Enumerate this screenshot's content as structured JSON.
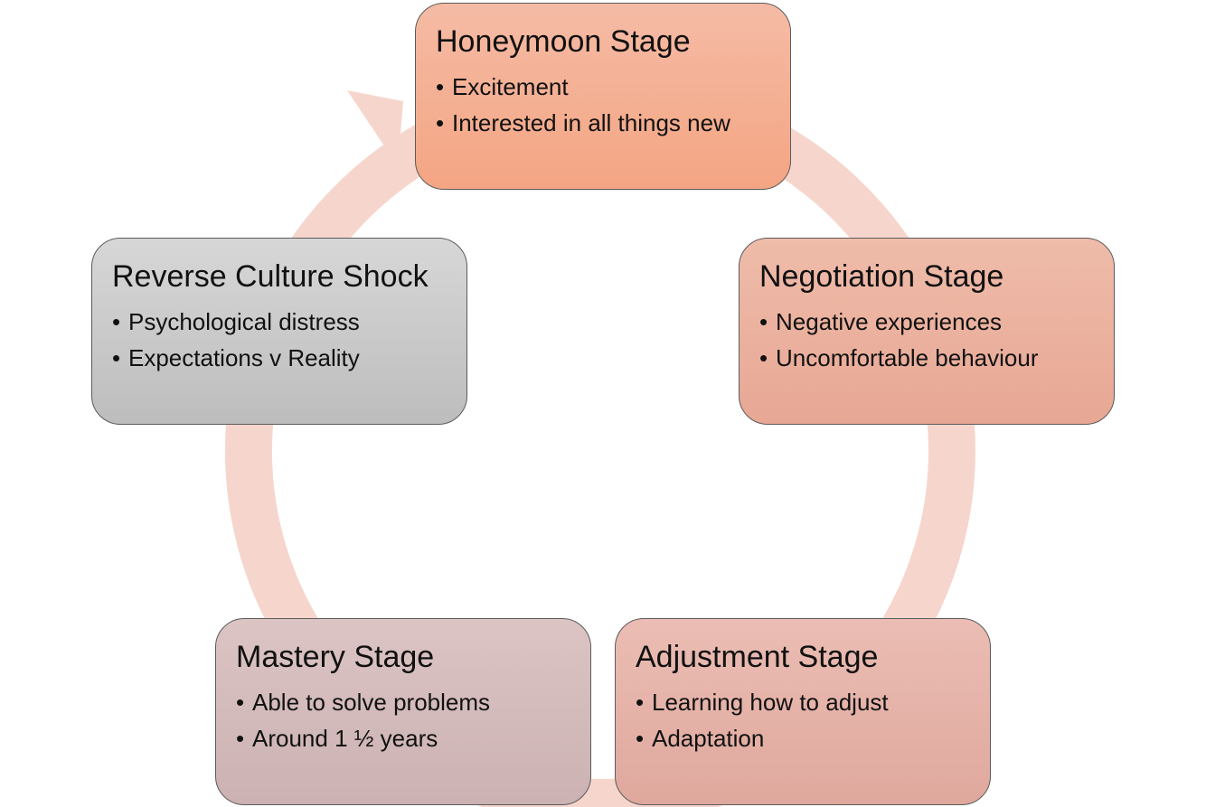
{
  "diagram": {
    "ring_color": "#f6d6cc",
    "stages": [
      {
        "id": "honeymoon",
        "title": "Honeymoon Stage",
        "points": [
          "Excitement",
          "Interested in all things new"
        ]
      },
      {
        "id": "negotiation",
        "title": "Negotiation Stage",
        "points": [
          "Negative experiences",
          "Uncomfortable behaviour"
        ]
      },
      {
        "id": "adjustment",
        "title": "Adjustment Stage",
        "points": [
          "Learning how to adjust",
          "Adaptation"
        ]
      },
      {
        "id": "mastery",
        "title": "Mastery Stage",
        "points": [
          "Able to solve problems",
          "Around 1 ½ years"
        ]
      },
      {
        "id": "reverse",
        "title": "Reverse Culture Shock",
        "points": [
          "Psychological distress",
          "Expectations v Reality"
        ]
      }
    ],
    "bullet": "•"
  }
}
